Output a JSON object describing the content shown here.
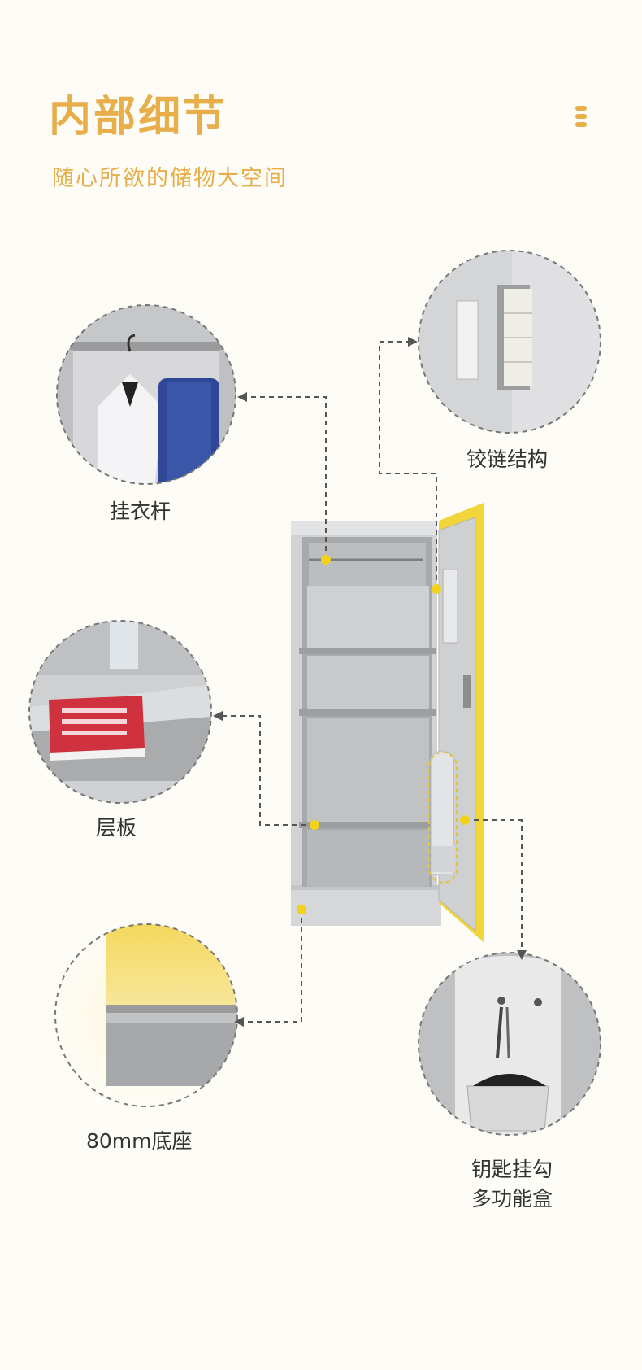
{
  "header": {
    "title": "内部细节",
    "subtitle": "随心所欲的储物大空间"
  },
  "icons": {
    "menu": "menu-icon"
  },
  "features": {
    "hanging_rod": "挂衣杆",
    "hinge": "铰链结构",
    "shelf": "层板",
    "base": "80mm底座",
    "key_hook_line1": "钥匙挂勾",
    "key_hook_line2": "多功能盒"
  },
  "colors": {
    "accent": "#e7ae4a",
    "door_yellow": "#f1d53a",
    "marker": "#f2d21a",
    "cabinet_gray": "#cfd0d2",
    "background": "#fdfcf6"
  }
}
